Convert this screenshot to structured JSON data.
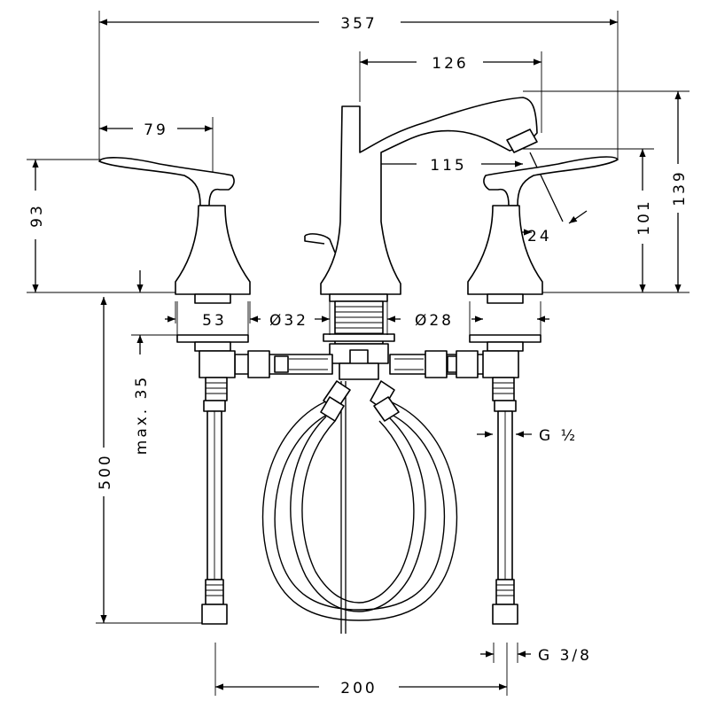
{
  "diagram": {
    "dimensions": {
      "overall_width": "357",
      "spout_reach": "126",
      "handle_reach": "79",
      "handle_height": "93",
      "spout_outlet_offset": "115",
      "spout_height": "139",
      "handle_total_height": "101",
      "aerator": "24",
      "handle_base_width": "53",
      "spout_diameter": "Ø32",
      "handle_diameter": "Ø28",
      "max_deck_thickness": "max. 35",
      "hose_length": "500",
      "inlet_thread": "G ½",
      "connection_thread": "G 3/8",
      "center_spacing": "200"
    }
  }
}
